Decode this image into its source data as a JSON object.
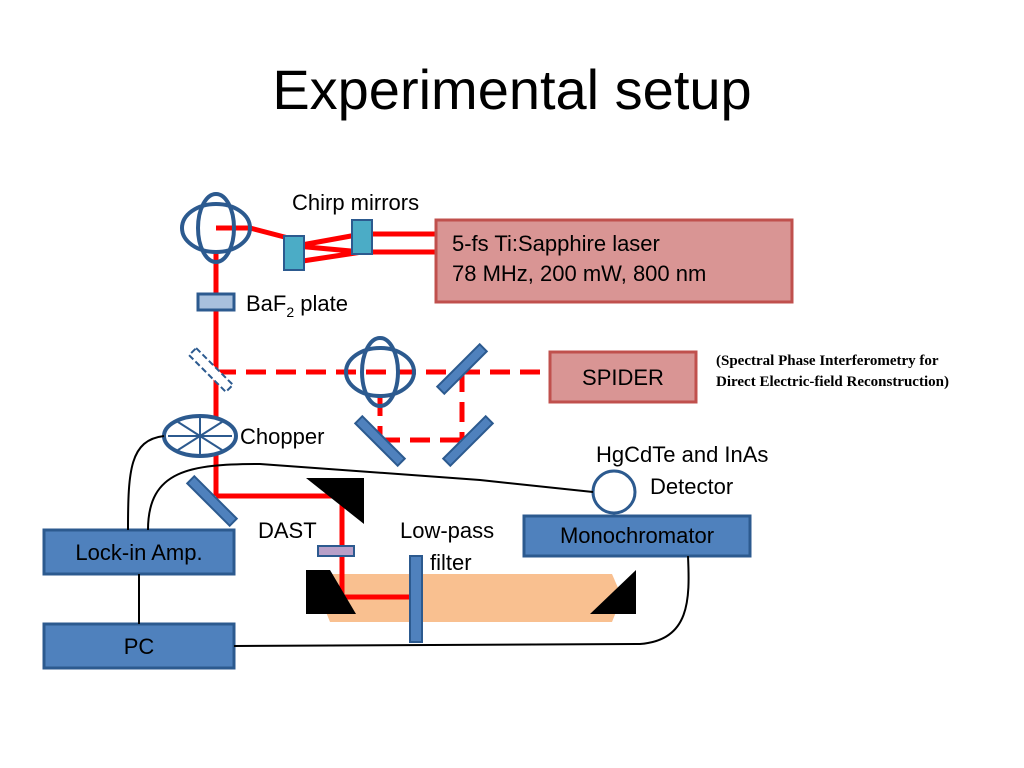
{
  "slide": {
    "title": "Experimental setup"
  },
  "labels": {
    "chirp_mirrors": "Chirp mirrors",
    "laser_line1": "5-fs Ti:Sapphire laser",
    "laser_line2": "78 MHz, 200 mW, 800 nm",
    "baf2_main": "BaF",
    "baf2_sub": "2",
    "baf2_tail": " plate",
    "spider": "SPIDER",
    "spider_desc_line1": "(Spectral Phase Interferometry for",
    "spider_desc_line2": "Direct Electric-field Reconstruction)",
    "chopper": "Chopper",
    "detector_line1": "HgCdTe and InAs",
    "detector_line2": "Detector",
    "monochromator": "Monochromator",
    "dast": "DAST",
    "lowpass_line1": "Low-pass",
    "lowpass_line2": "filter",
    "lockin": "Lock-in Amp.",
    "pc": "PC"
  },
  "colors": {
    "beam": "#ff0000",
    "component_blue": "#4f81bd",
    "component_stroke": "#2c5a8f",
    "laser_fill": "#d99594",
    "laser_stroke": "#c0504d",
    "thz_beam": "#f9c090",
    "chirp_mirror": "#4bacc6"
  }
}
